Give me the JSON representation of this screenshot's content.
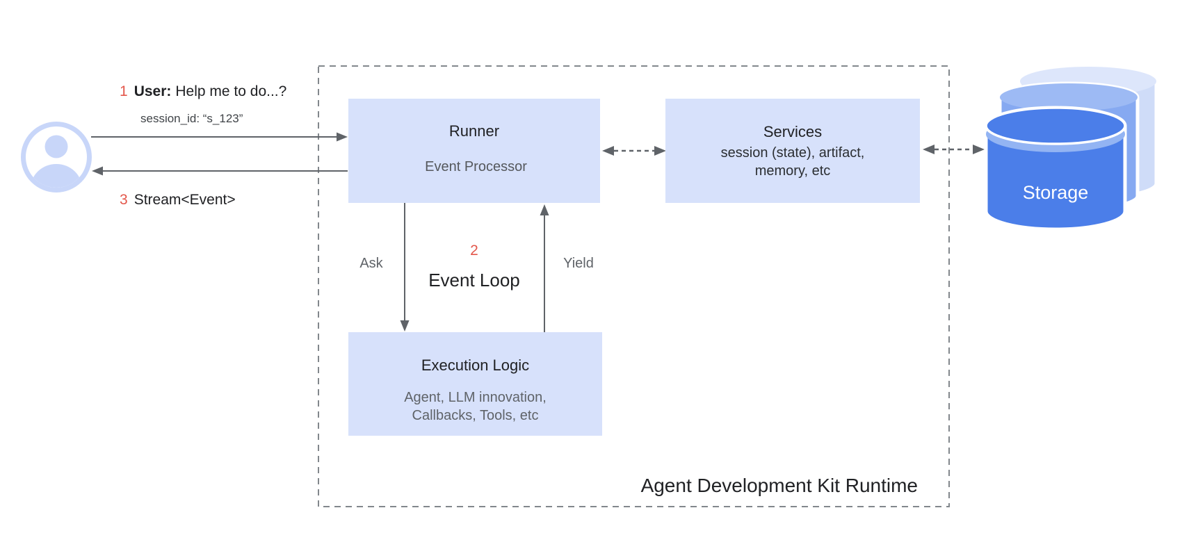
{
  "user_request": {
    "step_number": "1",
    "speaker": "User:",
    "message": "Help me to do...?",
    "session_id": "session_id: “s_123”"
  },
  "stream_response": {
    "step_number": "3",
    "text": "Stream<Event>"
  },
  "runner": {
    "title": "Runner",
    "event_processor": "Event Processor"
  },
  "services": {
    "title": "Services",
    "detail_line1": "session (state), artifact,",
    "detail_line2": "memory, etc"
  },
  "event_loop": {
    "step_number": "2",
    "title": "Event Loop",
    "ask_label": "Ask",
    "yield_label": "Yield"
  },
  "execution_logic": {
    "title": "Execution Logic",
    "detail_line1": "Agent, LLM innovation,",
    "detail_line2": "Callbacks, Tools, etc"
  },
  "storage": {
    "label": "Storage"
  },
  "runtime": {
    "label": "Agent Development Kit Runtime"
  },
  "colors": {
    "box_fill": "#d7e1fb",
    "user_icon_blue": "#c8d6f9",
    "storage_front_blue": "#4b7ee9",
    "storage_mid_blue": "#86a9f1",
    "storage_back_blue": "#cfdcf8",
    "arrow_gray": "#5f6368",
    "dashed_border_gray": "#82878c",
    "step_number_red": "#e3574b",
    "text_dark": "#202124",
    "text_gray": "#5f6368"
  }
}
